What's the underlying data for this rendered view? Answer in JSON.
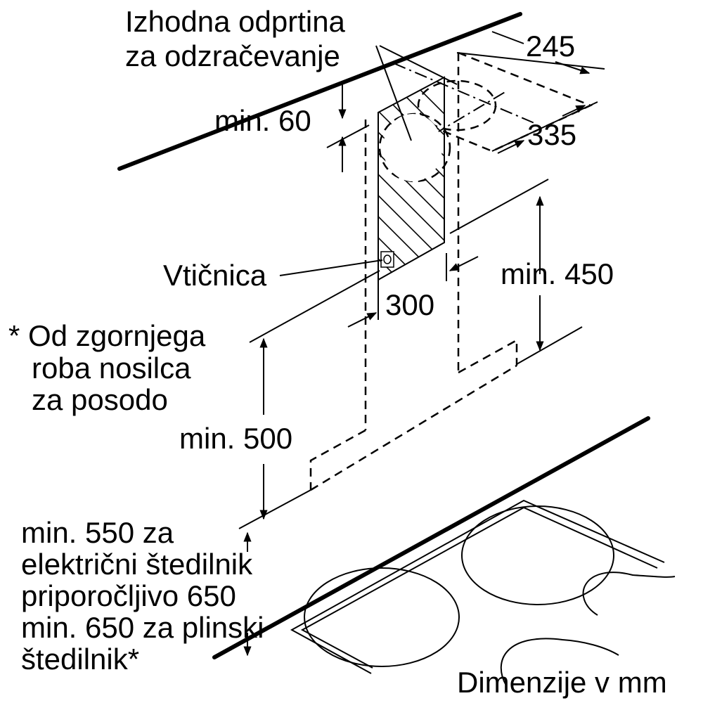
{
  "labels": {
    "outlet_line1": "Izhodna odprtina",
    "outlet_line2": "za odzračevanje",
    "min60": "min. 60",
    "dim245": "245",
    "dim335": "335",
    "socket": "Vtičnica",
    "dim300": "300",
    "min450": "min. 450",
    "note_line1": "* Od zgornjega",
    "note_line2": "roba nosilca",
    "note_line3": "za posodo",
    "min500": "min. 500",
    "hob_line1": "min. 550 za",
    "hob_line2": "električni štedilnik",
    "hob_line3": "priporočljivo 650",
    "hob_line4": "min. 650 za plinski",
    "hob_line5": "štedilnik*",
    "units": "Dimenzije v mm"
  }
}
